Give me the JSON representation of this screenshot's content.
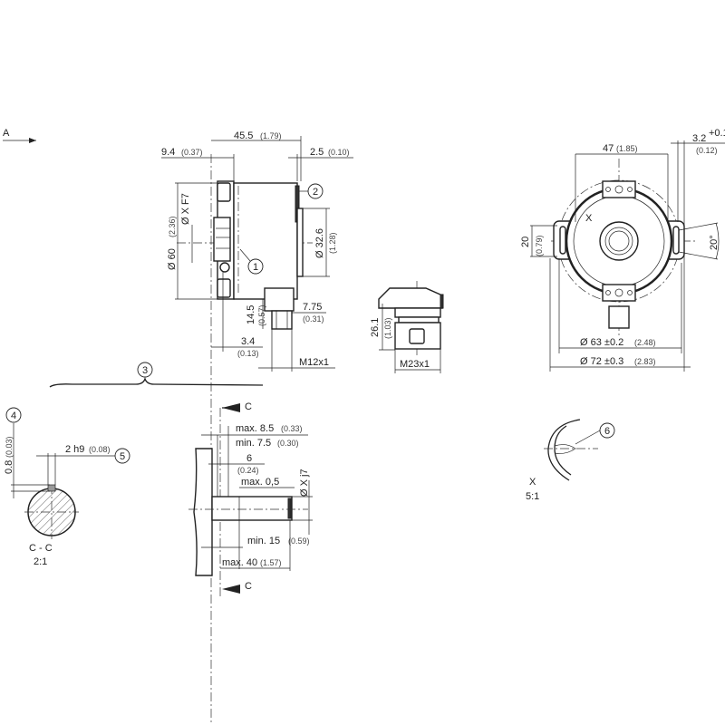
{
  "view_arrow": "A",
  "side_view": {
    "length": "45.5",
    "length_in": "(1.79)",
    "flange": "9.4",
    "flange_in": "(0.37)",
    "rear": "2.5",
    "rear_in": "(0.10)",
    "dia60": "Ø 60",
    "dia60_in": "(2.36)",
    "bore": "Ø X F7",
    "dia326": "Ø 32.6",
    "dia326_in": "(1.28)",
    "conn_h": "14.5",
    "conn_h_in": "(0.57)",
    "conn_off": "7.75",
    "conn_off_in": "(0.31)",
    "clamp": "3.4",
    "clamp_in": "(0.13)",
    "thread": "M12x1"
  },
  "connector_view": {
    "height": "26.1",
    "height_in": "(1.03)",
    "thread": "M23x1"
  },
  "front_view": {
    "width": "47",
    "width_in": "(1.85)",
    "slot": "3.2",
    "slot_tol": "+0.1",
    "slot_in": "(0.12)",
    "slot_h": "20",
    "slot_h_in": "(0.79)",
    "angle": "20°",
    "dia63": "Ø 63 ±0.2",
    "dia63_in": "(2.48)",
    "dia72": "Ø 72 ±0.3",
    "dia72_in": "(2.83)",
    "detail_mark": "X"
  },
  "shaft_view": {
    "section": "C",
    "max85": "max. 8.5",
    "max85_in": "(0.33)",
    "min75": "min. 7.5",
    "min75_in": "(0.30)",
    "six": "6",
    "six_in": "(0.24)",
    "max05": "max. 0,5",
    "shaft_dia": "Ø X j7",
    "min15": "min. 15",
    "min15_in": "(0.59)",
    "max40": "max. 40",
    "max40_in": "(1.57)"
  },
  "section_cc": {
    "key_h": "0.8",
    "key_h_in": "(0.03)",
    "key_w": "2 h9",
    "key_w_in": "(0.08)",
    "title": "C - C",
    "scale": "2:1"
  },
  "detail_x": {
    "title": "X",
    "scale": "5:1"
  },
  "callouts": [
    "1",
    "2",
    "3",
    "4",
    "5",
    "6"
  ]
}
